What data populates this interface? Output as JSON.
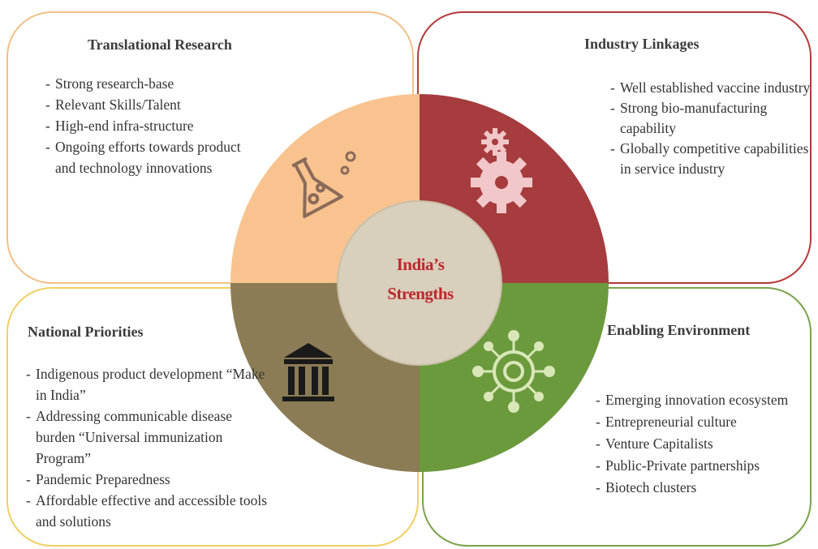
{
  "center": {
    "line1": "India’s",
    "line2": "Strengths"
  },
  "colors": {
    "research": "#f9c38f",
    "industry": "#a63c3d",
    "priorities": "#8b7c55",
    "environment": "#6b9a3c",
    "center_fill": "#d8cfbd",
    "center_text": "#c0262c"
  },
  "quadrants": {
    "research": {
      "title": "Translational Research",
      "icon": "lab-flask-icon",
      "points": [
        "Strong research-base",
        "Relevant Skills/Talent",
        "High-end infra-structure",
        "Ongoing efforts towards product and technology innovations"
      ]
    },
    "industry": {
      "title": "Industry Linkages",
      "icon": "gears-icon",
      "points": [
        "Well established vaccine industry",
        "Strong bio-manufacturing capability",
        "Globally competitive capabilities in service industry"
      ]
    },
    "priorities": {
      "title": "National Priorities",
      "icon": "government-building-icon",
      "points": [
        "Indigenous product development “Make in India”",
        "Addressing communicable disease burden “Universal immunization Program”",
        "Pandemic Preparedness",
        "Affordable effective and accessible tools and solutions"
      ]
    },
    "environment": {
      "title": "Enabling Environment",
      "icon": "network-hub-icon",
      "points": [
        "Emerging innovation ecosystem",
        "Entrepreneurial culture",
        "Venture Capitalists",
        "Public-Private partnerships",
        "Biotech clusters"
      ]
    }
  }
}
